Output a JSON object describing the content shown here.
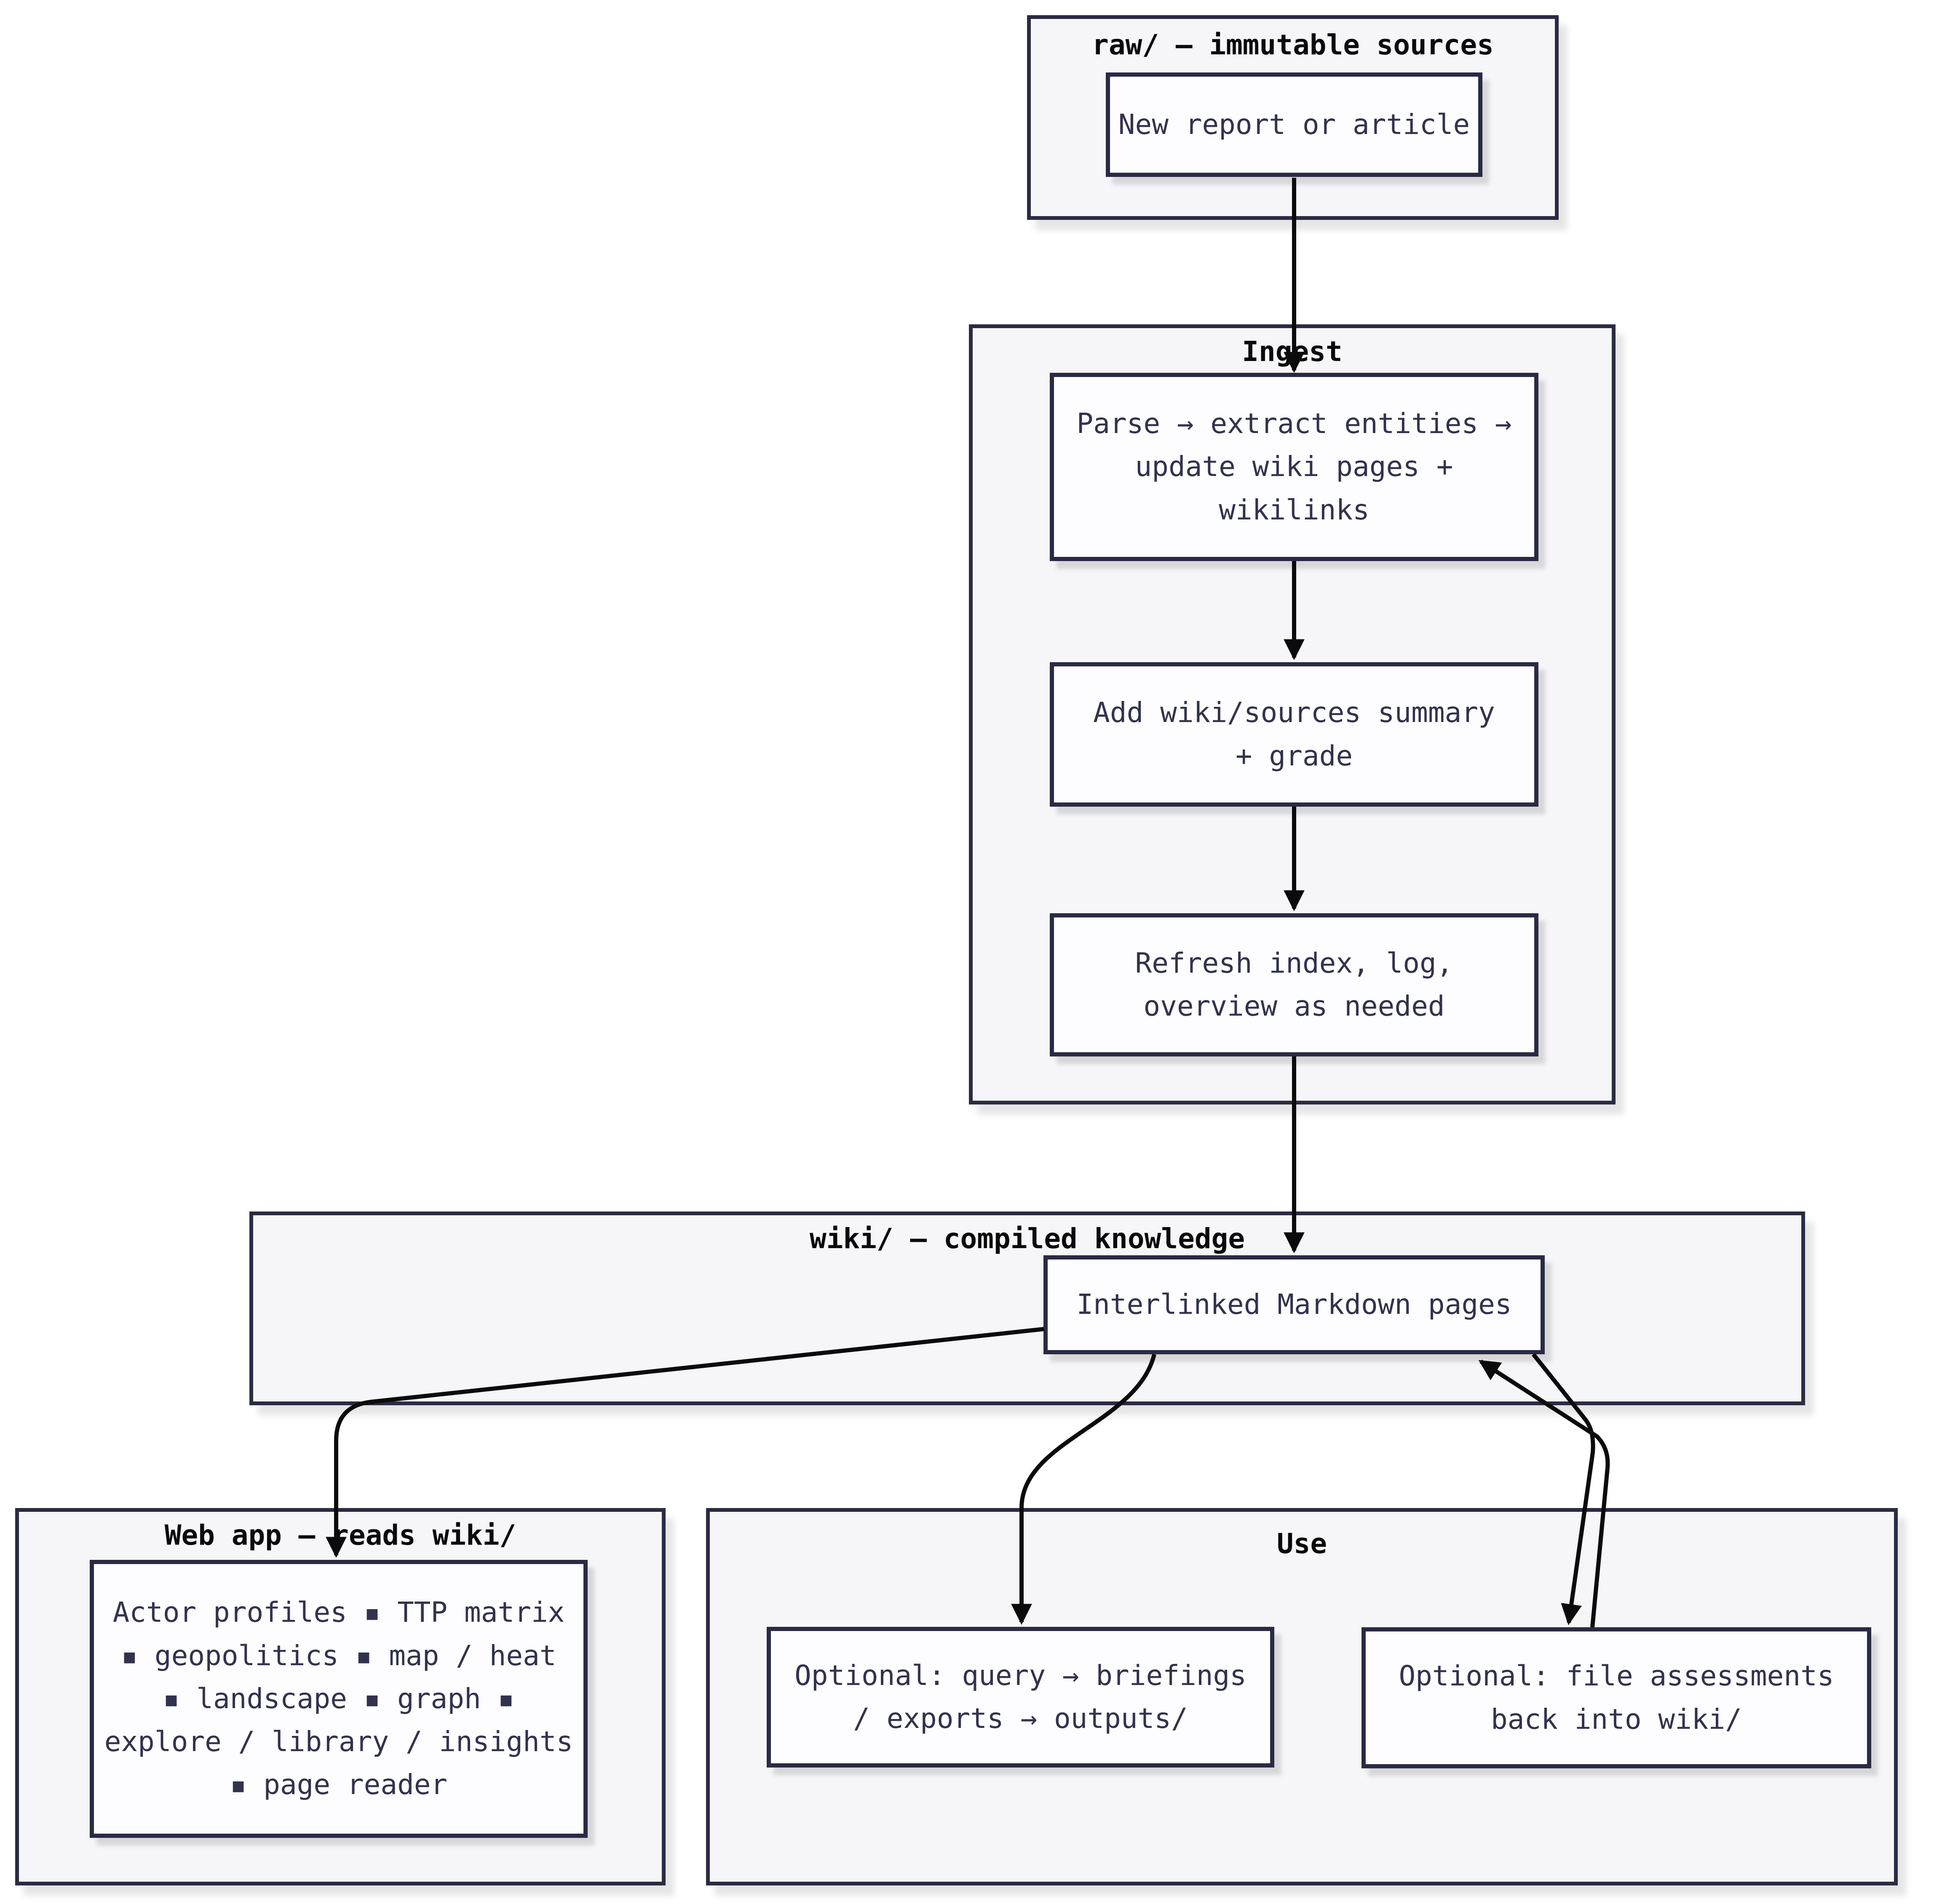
{
  "colors": {
    "canvas_bg": "#ffffff",
    "cluster_bg": "#f6f6f9",
    "cluster_border": "#2b2b42",
    "node_bg": "#fdfdff",
    "node_border": "#2a2a45",
    "node_text": "#32324e",
    "title_text": "#0a0a0a",
    "edge_color": "#0b0b0b"
  },
  "clusters": {
    "raw": {
      "title": "raw/ – immutable sources"
    },
    "ingest": {
      "title": "Ingest"
    },
    "wiki": {
      "title": "wiki/ – compiled knowledge"
    },
    "webapp": {
      "title": "Web app – reads wiki/"
    },
    "use": {
      "title": "Use"
    }
  },
  "nodes": {
    "new_report": {
      "label": "New report or article"
    },
    "parse": {
      "label": "Parse → extract entities →\nupdate wiki pages +\nwikilinks"
    },
    "add_summary": {
      "label": "Add wiki/sources summary\n+ grade"
    },
    "refresh": {
      "label": "Refresh index, log,\noverview as needed"
    },
    "interlinked": {
      "label": "Interlinked Markdown pages"
    },
    "features": {
      "label": "Actor profiles ▪ TTP matrix\n▪ geopolitics ▪ map / heat\n▪ landscape ▪ graph ▪\nexplore / library / insights\n▪ page reader"
    },
    "query": {
      "label": "Optional: query → briefings\n/ exports → outputs/"
    },
    "file_assessments": {
      "label": "Optional: file assessments\nback into wiki/"
    }
  }
}
